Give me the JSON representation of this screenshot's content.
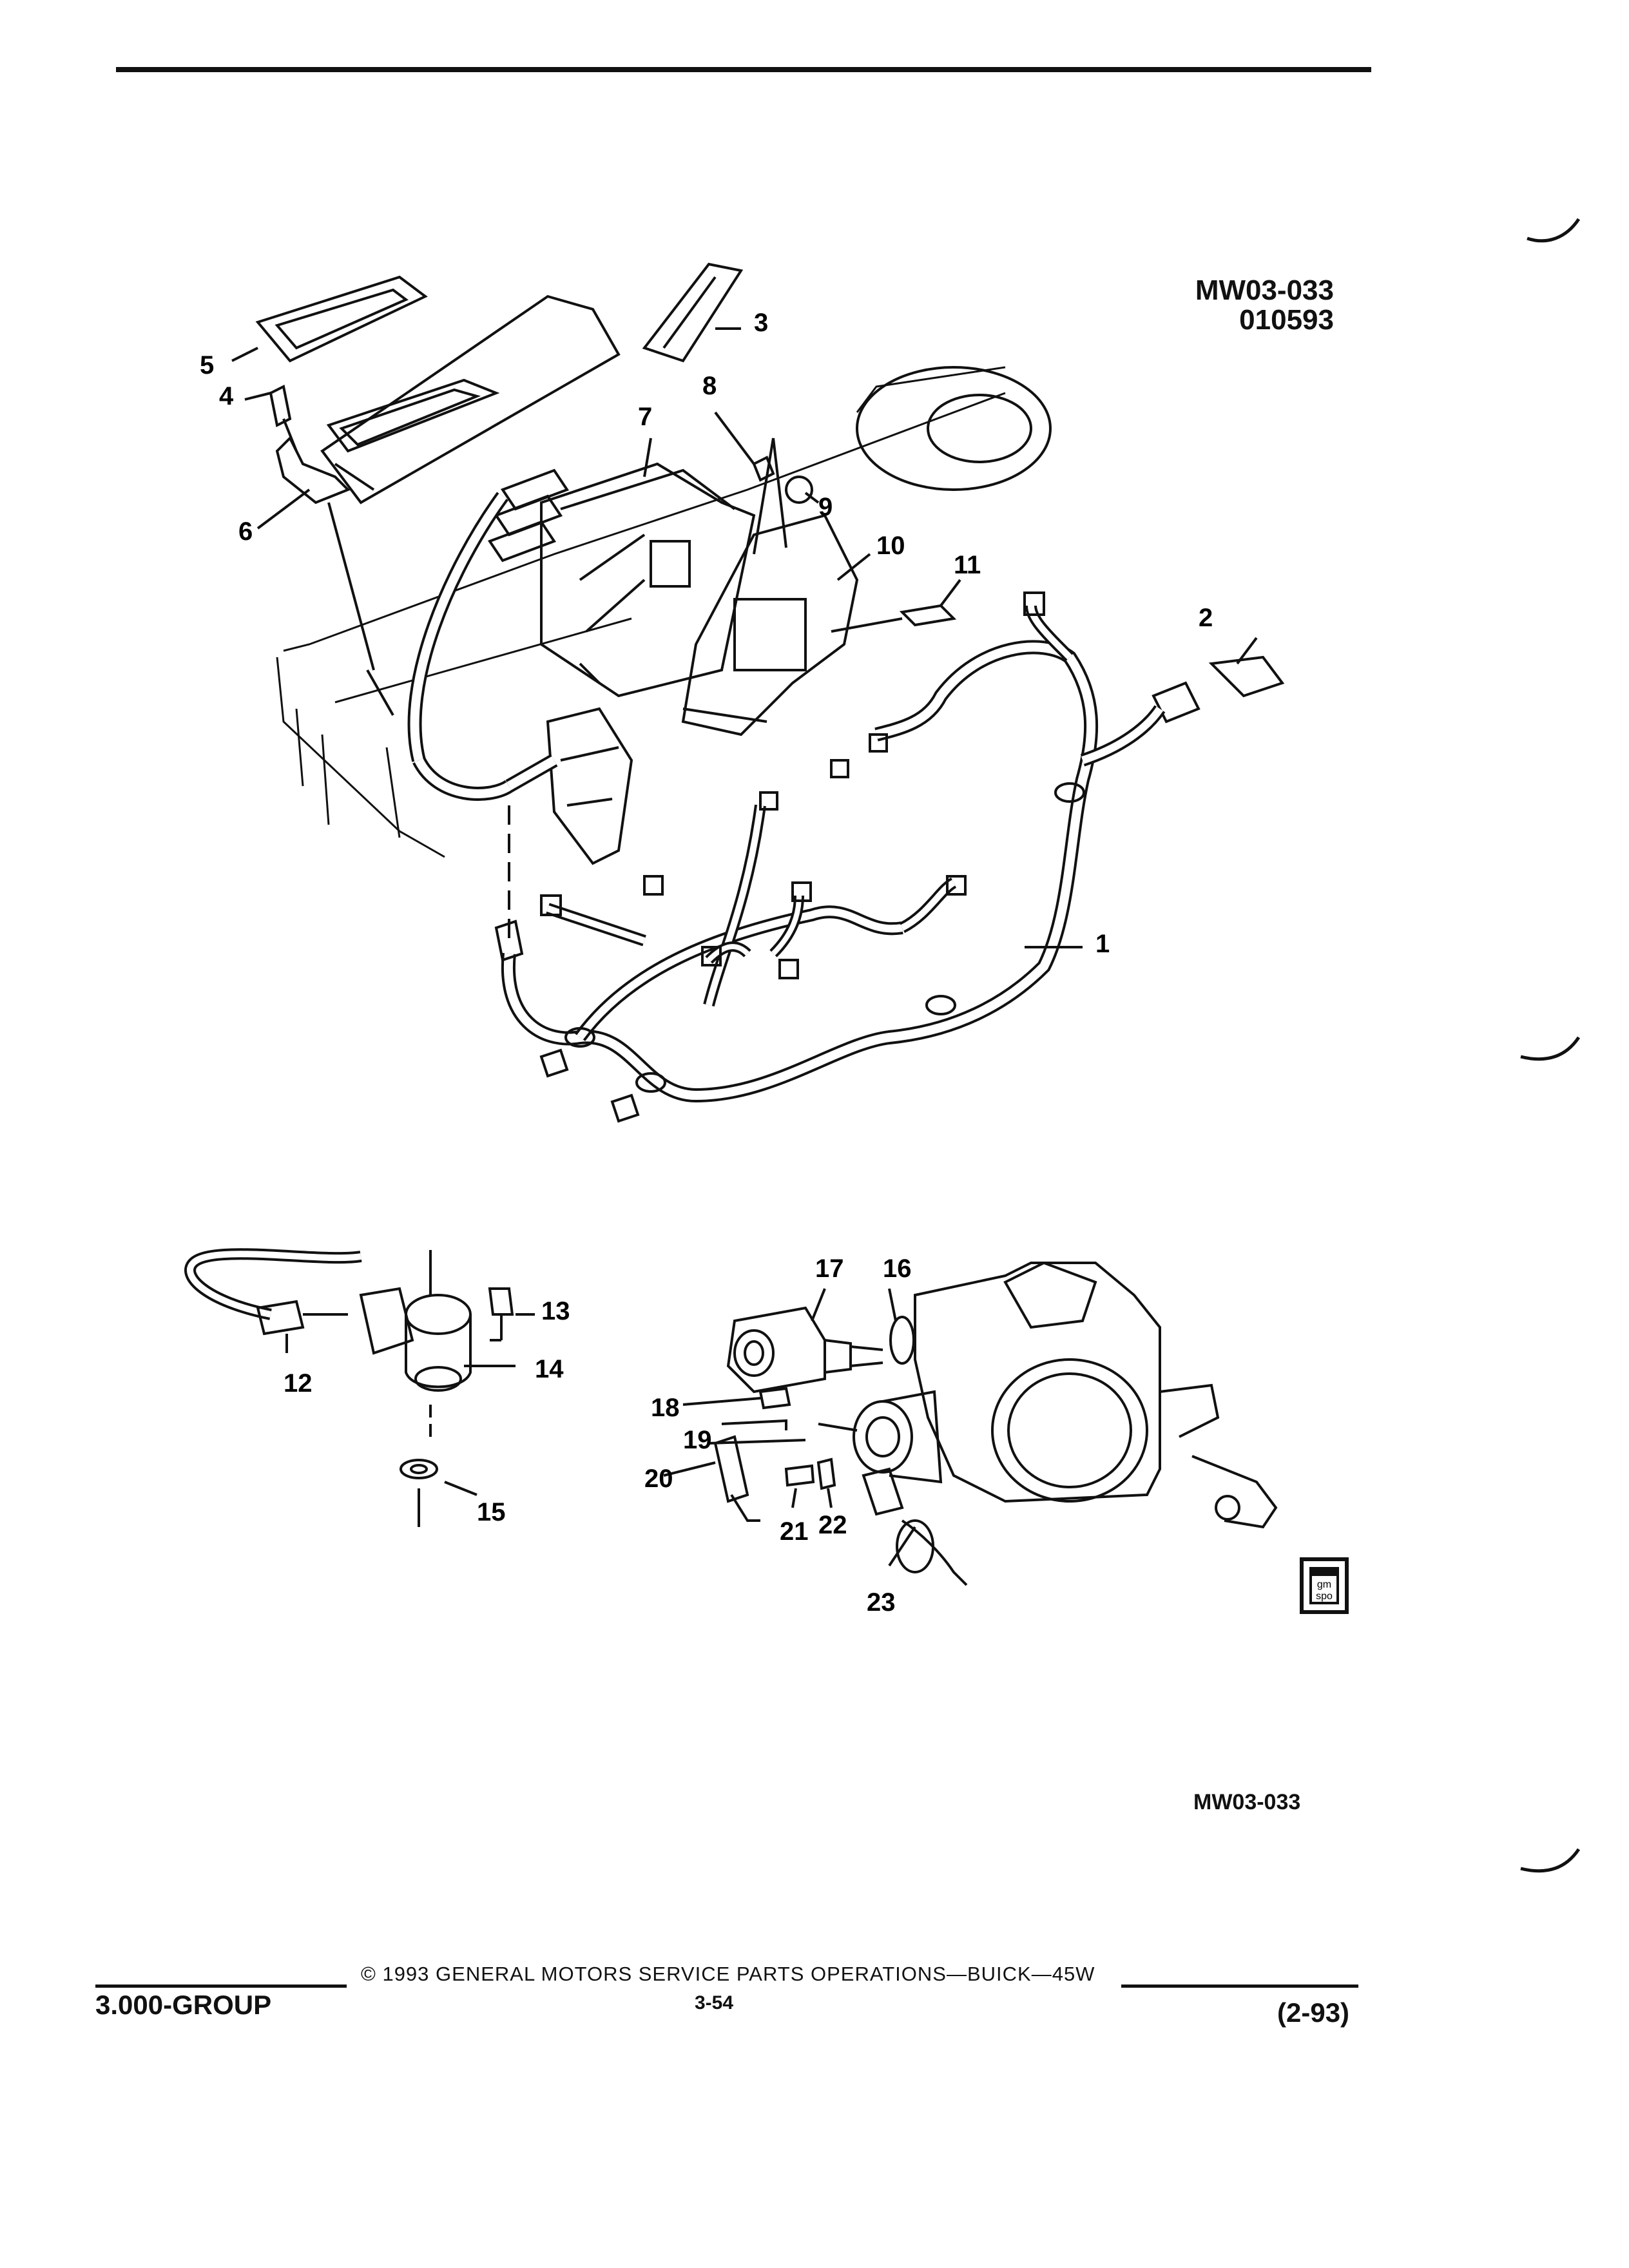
{
  "header": {
    "drawing_code": "MW03-033",
    "drawing_number": "010593"
  },
  "callouts": [
    "1",
    "2",
    "3",
    "4",
    "5",
    "6",
    "7",
    "8",
    "9",
    "10",
    "11",
    "12",
    "13",
    "14",
    "15",
    "16",
    "17",
    "18",
    "19",
    "20",
    "21",
    "22",
    "23"
  ],
  "badge": {
    "line1": "gm",
    "line2": "spo"
  },
  "figure_code": "MW03-033",
  "footer": {
    "group": "3.000-GROUP",
    "copyright": "© 1993 GENERAL MOTORS SERVICE PARTS OPERATIONS—BUICK—45W",
    "page": "3-54",
    "date": "(2-93)"
  }
}
